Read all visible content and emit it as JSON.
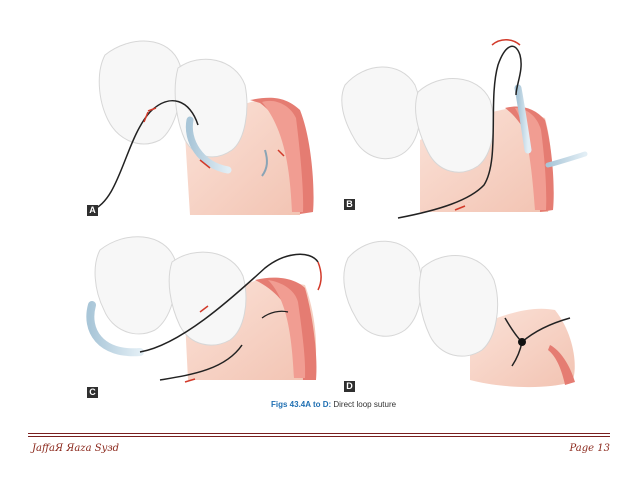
{
  "figure": {
    "panels": [
      {
        "label": "A"
      },
      {
        "label": "B"
      },
      {
        "label": "C"
      },
      {
        "label": "D"
      }
    ],
    "caption_fig": "Figs 43.4A to D:",
    "caption_text": " Direct loop suture"
  },
  "footer": {
    "author": "JaffaЯ Яaza Syзd",
    "page": "Page 13"
  },
  "colors": {
    "tooth": "#f7f7f7",
    "gum": "#f4cdbf",
    "gum_dark": "#d9534f",
    "needle": "#b9d3e2",
    "suture": "#222222",
    "arrow": "#d23a2a",
    "footer_text": "#8c2a1e"
  }
}
